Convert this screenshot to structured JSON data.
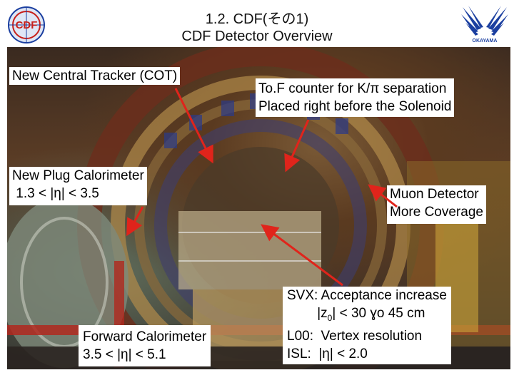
{
  "header": {
    "title_line1": "1.2. CDF(その1)",
    "title_line2": "CDF Detector Overview"
  },
  "logos": {
    "left_text": "CDF",
    "right_text": "OKAYAMA"
  },
  "labels": {
    "cot": "New Central Tracker (COT)",
    "tof_line1": "To.F counter for K/π separation",
    "tof_line2": "Placed right before the Solenoid",
    "plug_line1": "New Plug Calorimeter",
    "plug_line2": " 1.3 < |η| < 3.5",
    "muon_line1": "Muon Detector",
    "muon_line2": "More Coverage",
    "forward_line1": "Forward Calorimeter",
    "forward_line2": "3.5 < |η| < 5.1",
    "svx_line1": "SVX: Acceptance increase",
    "svx_line2_pre": "        |z",
    "svx_line2_sub": "0",
    "svx_line2_post": "| < 30 ɣo 45 cm",
    "svx_line3": "L00:  Vertex resolution",
    "svx_line4": "ISL:  |η| < 2.0"
  },
  "colors": {
    "arrow": "#e0241b",
    "logo_blue": "#1b3fa0",
    "logo_red": "#c8201a"
  }
}
